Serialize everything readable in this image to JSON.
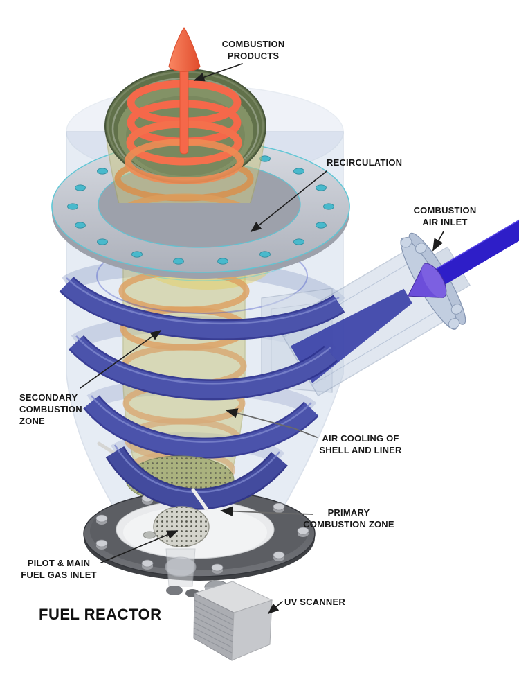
{
  "title": "FUEL REACTOR",
  "diagram": {
    "labels": {
      "combustion_products": "COMBUSTION\nPRODUCTS",
      "recirculation": "RECIRCULATION",
      "combustion_air_inlet": "COMBUSTION\nAIR INLET",
      "secondary_combustion_zone": "SECONDARY\nCOMBUSTION\nZONE",
      "air_cooling": "AIR COOLING OF\nSHELL AND LINER",
      "primary_combustion_zone": "PRIMARY\nCOMBUSTION ZONE",
      "pilot_fuel_inlet": "PILOT & MAIN\nFUEL GAS INLET",
      "uv_scanner": "UV SCANNER"
    },
    "colors": {
      "combustion_arrow": "#F5684A",
      "inner_coil": "#DC9C5A",
      "cooling_ribbon": "#4B53AB",
      "air_inlet_arrow": "#2E1EC8",
      "shell": "#A9BCD8",
      "flange": "#C6C9D1",
      "top_cone": "#61714A",
      "label_text": "#161616"
    }
  }
}
